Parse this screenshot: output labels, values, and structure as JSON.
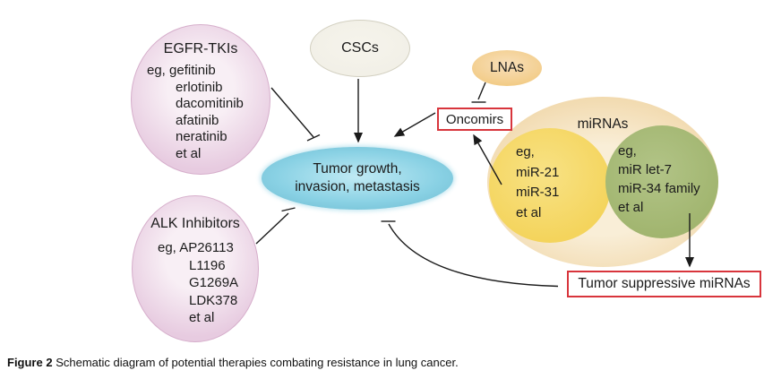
{
  "diagram": {
    "egfr_tkis": {
      "title": "EGFR-TKIs",
      "items": [
        "eg, gefitinib",
        "erlotinib",
        "dacomitinib",
        "afatinib",
        "neratinib",
        "et al"
      ]
    },
    "cscs": {
      "label": "CSCs"
    },
    "lnas": {
      "label": "LNAs"
    },
    "oncomirs": {
      "label": "Oncomirs"
    },
    "mirnas": {
      "title": "miRNAs",
      "oncogenic_items": [
        "eg,",
        "miR-21",
        "miR-31",
        "et al"
      ],
      "suppressive_items": [
        "eg,",
        "miR let-7",
        "miR-34 family",
        "et al"
      ]
    },
    "tumor": {
      "line1": "Tumor growth,",
      "line2": "invasion, metastasis"
    },
    "alk_inhibitors": {
      "title": "ALK Inhibitors",
      "items": [
        "eg, AP26113",
        "L1196",
        "G1269A",
        "LDK378",
        "et al"
      ]
    },
    "tumor_suppressive": {
      "label": "Tumor suppressive miRNAs"
    }
  },
  "caption": {
    "label": "Figure 2",
    "text": "Schematic diagram of potential therapies combating resistance in lung cancer."
  },
  "colors": {
    "red-accent": "#d8353c",
    "ink": "#1b1b1b",
    "pink-fill-edge": "#e7cbe0",
    "cream-fill": "#f1efe6",
    "orange-edge": "#f2cb85",
    "peach-edge": "#f1d8ab",
    "yellow-edge": "#f4d45c",
    "green-edge": "#a1b56f",
    "cyan-edge": "#89d1e4"
  }
}
